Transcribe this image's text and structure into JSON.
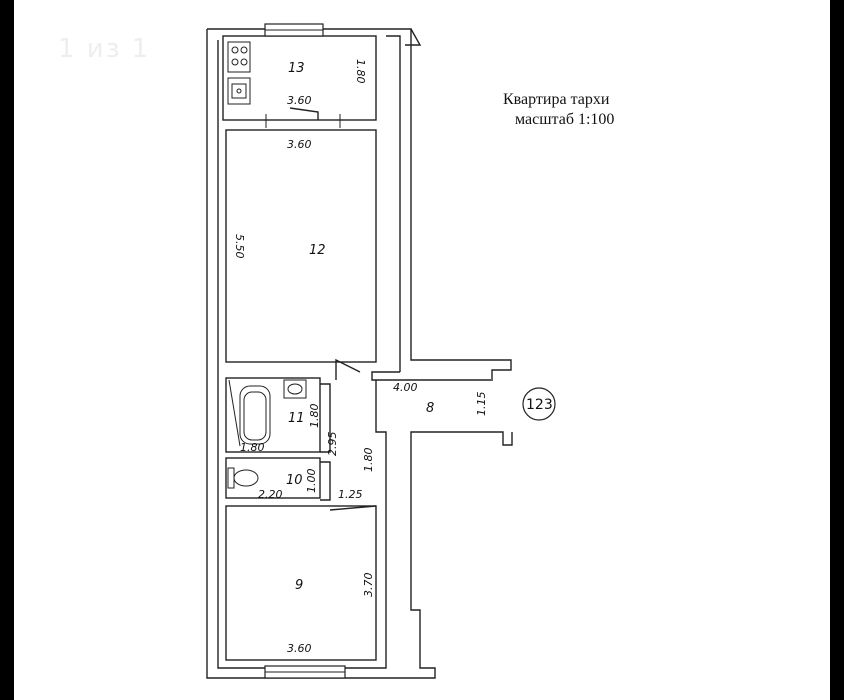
{
  "header": {
    "title_line1": "Квартира тархи",
    "title_line2": "масштаб 1:100"
  },
  "watermark": "1 из 1",
  "apartment": {
    "number": "123"
  },
  "rooms": [
    {
      "id": "13",
      "label": "13",
      "dims": [
        "3.60",
        "1.80"
      ]
    },
    {
      "id": "12",
      "label": "12",
      "dims": [
        "3.60",
        "5.50"
      ]
    },
    {
      "id": "11",
      "label": "11",
      "dims": [
        "1.80",
        "1.80"
      ]
    },
    {
      "id": "10",
      "label": "10",
      "dims": [
        "2.20",
        "1.00"
      ]
    },
    {
      "id": "9",
      "label": "9",
      "dims": [
        "3.60",
        "3.70"
      ]
    },
    {
      "id": "8",
      "label": "8",
      "dims": [
        "4.00",
        "1.15",
        "2.95",
        "1.80",
        "1.25"
      ]
    }
  ]
}
